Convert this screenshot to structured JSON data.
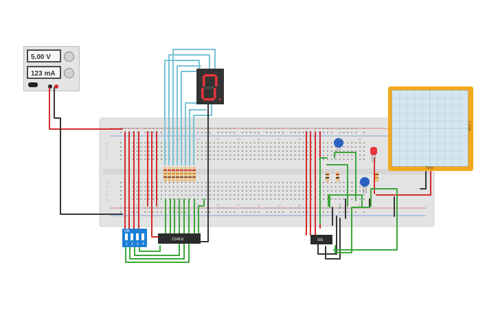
{
  "power_supply": {
    "voltage": "5.00 V",
    "current": "123 mA"
  },
  "seven_segment": {
    "digit": "0",
    "segment_color": "#e8343a"
  },
  "chips": {
    "decoder": "CD4511",
    "timer": "555"
  },
  "dip_switch": {
    "on_label": "ON",
    "numbers": [
      "1",
      "2",
      "3",
      "4"
    ]
  },
  "breadboard": {
    "column_numbers": [
      "1",
      "5",
      "10",
      "15",
      "20",
      "25",
      "30",
      "35",
      "40",
      "45",
      "50",
      "55",
      "60"
    ],
    "row_letters_top": [
      "j",
      "i",
      "h",
      "g",
      "f"
    ],
    "row_letters_bottom": [
      "e",
      "d",
      "c",
      "b",
      "a"
    ]
  },
  "oscilloscope": {
    "time_label": "Time",
    "side_label": "1 V/div"
  },
  "colors": {
    "wire_red": "#d42a2a",
    "wire_black": "#333333",
    "wire_green": "#3aa639",
    "wire_blue": "#76c3d6",
    "breadboard": "#e3e3e3",
    "oscilloscope": "#f3a91c",
    "dip_switch": "#1b7fd6"
  }
}
